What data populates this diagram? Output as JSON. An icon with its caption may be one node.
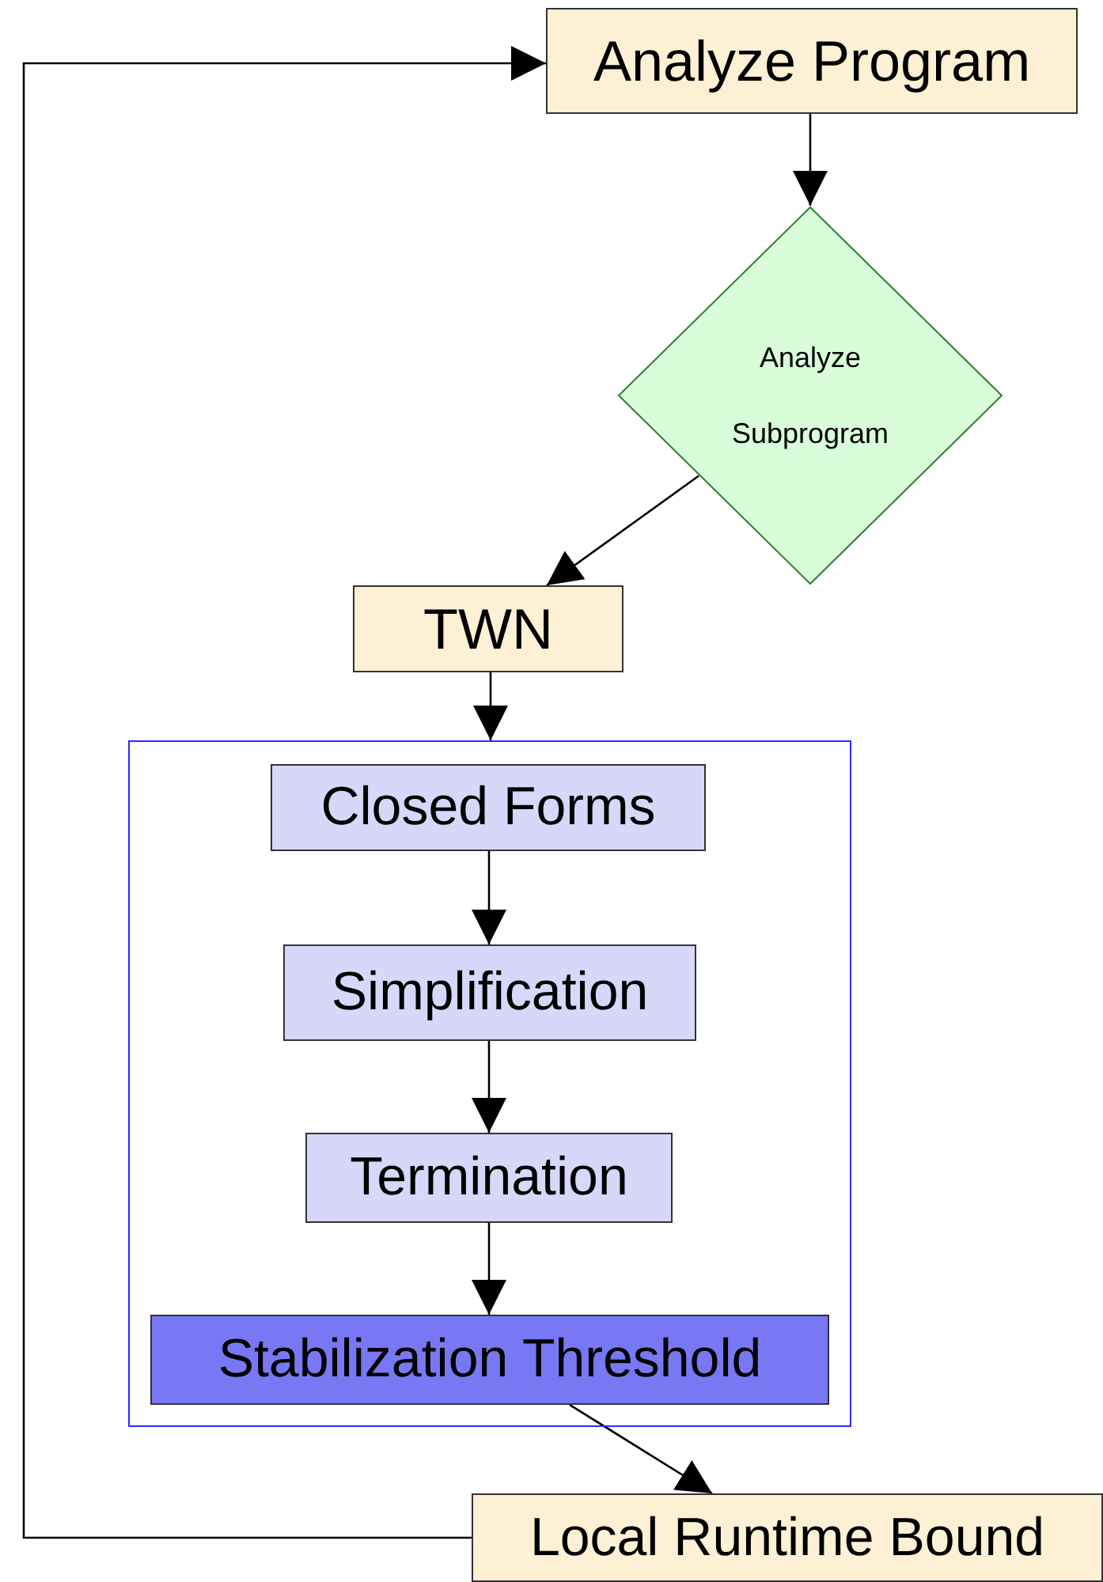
{
  "diagram": {
    "nodes": [
      {
        "text": [
          "Analyze Program"
        ]
      },
      {
        "text": [
          "Analyze Subprogram"
        ]
      },
      {
        "text": [
          "TWN"
        ]
      },
      {
        "text": [],
        "shape": "box"
      },
      {
        "text": [
          "Closed Forms"
        ],
        "in": 3
      },
      {
        "text": [
          "Simplification"
        ],
        "in": 3
      },
      {
        "text": [
          "Termination"
        ],
        "in": 3
      },
      {
        "text": [
          "Stabilization Threshold"
        ],
        "in": 3
      },
      {
        "text": [
          "Local Runtime Bound"
        ]
      }
    ],
    "edges": [
      {
        "from": 0,
        "to": 1,
        "arrow": "to"
      },
      {
        "from": 1,
        "to": 2,
        "arrow": "to"
      },
      {
        "from": 2,
        "to": 3,
        "arrow": "to"
      },
      {
        "from": 4,
        "to": 5,
        "arrow": "to"
      },
      {
        "from": 5,
        "to": 6,
        "arrow": "to"
      },
      {
        "from": 6,
        "to": 7,
        "arrow": "to"
      },
      {
        "from": 7,
        "to": 8,
        "arrow": "to"
      },
      {
        "from": 8,
        "to": 0,
        "arrow": "to"
      }
    ]
  }
}
